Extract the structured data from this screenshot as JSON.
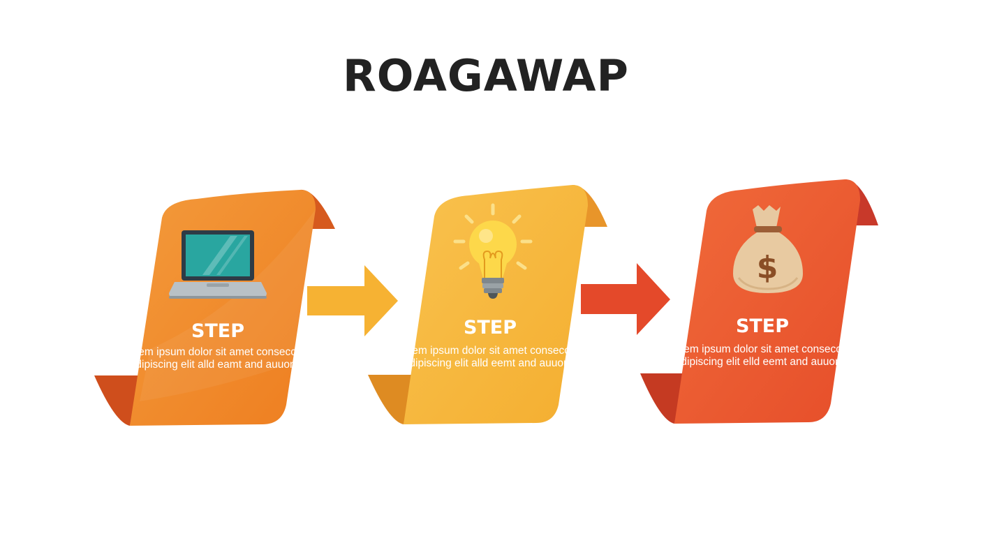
{
  "title": "ROAGAWAP",
  "steps": [
    {
      "label": "STEP",
      "desc": "Lorem ipsum dolor sit amet consecctur adipiscing elit alld eamt and auuont.",
      "icon": "laptop-icon",
      "color": "#F18A2A"
    },
    {
      "label": "STEP",
      "desc": "Lorem ipsum dolor sit amet consecctur adipiscing elit alld eemt and auuont.",
      "icon": "lightbulb-icon",
      "color": "#F7B53B"
    },
    {
      "label": "STEP",
      "desc": "Lorem ipsum dolor sit amet consecctur adipiscing elit elld eemt and auuont.",
      "icon": "money-bag-icon",
      "color": "#EE5A2E"
    }
  ],
  "arrows": [
    {
      "color": "#F6B233"
    },
    {
      "color": "#E4492A"
    }
  ]
}
